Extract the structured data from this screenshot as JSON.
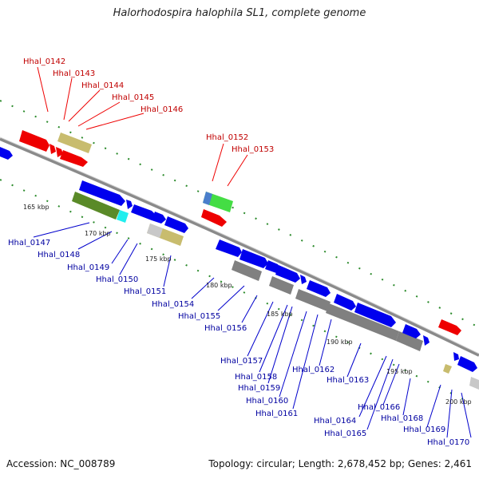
{
  "title": "Halorhodospira halophila SL1, complete genome",
  "accession": "Accession: NC_008789",
  "info": "Topology: circular; Length: 2,678,452 bp; Genes: 2,461",
  "colors": {
    "blue": "#0000ee",
    "red": "#ee0000",
    "olive": "#c8bc6e",
    "green": "#5a8a28",
    "cyan": "#22eeee",
    "gray": "#808080",
    "lightgray": "#c8c8c8",
    "light_green": "#44dd44",
    "upper_label": "#c00000",
    "lower_label": "#0000a0",
    "dotted_track": "#2a8a2a"
  },
  "ticks": [
    "165 kbp",
    "170 kbp",
    "175 kbp",
    "180 kbp",
    "185 kbp",
    "190 kbp",
    "195 kbp",
    "200 kbp"
  ],
  "upper_genes": [
    "Hhal_0142",
    "Hhal_0143",
    "Hhal_0144",
    "Hhal_0145",
    "Hhal_0146",
    "Hhal_0152",
    "Hhal_0153"
  ],
  "lower_genes": [
    "Hhal_0147",
    "Hhal_0148",
    "Hhal_0149",
    "Hhal_0150",
    "Hhal_0151",
    "Hhal_0154",
    "Hhal_0155",
    "Hhal_0156",
    "Hhal_0157",
    "Hhal_0158",
    "Hhal_0159",
    "Hhal_0160",
    "Hhal_0161",
    "Hhal_0162",
    "Hhal_0163",
    "Hhal_0164",
    "Hhal_0165",
    "Hhal_0166",
    "Hhal_0168",
    "Hhal_0169",
    "Hhal_0170"
  ]
}
